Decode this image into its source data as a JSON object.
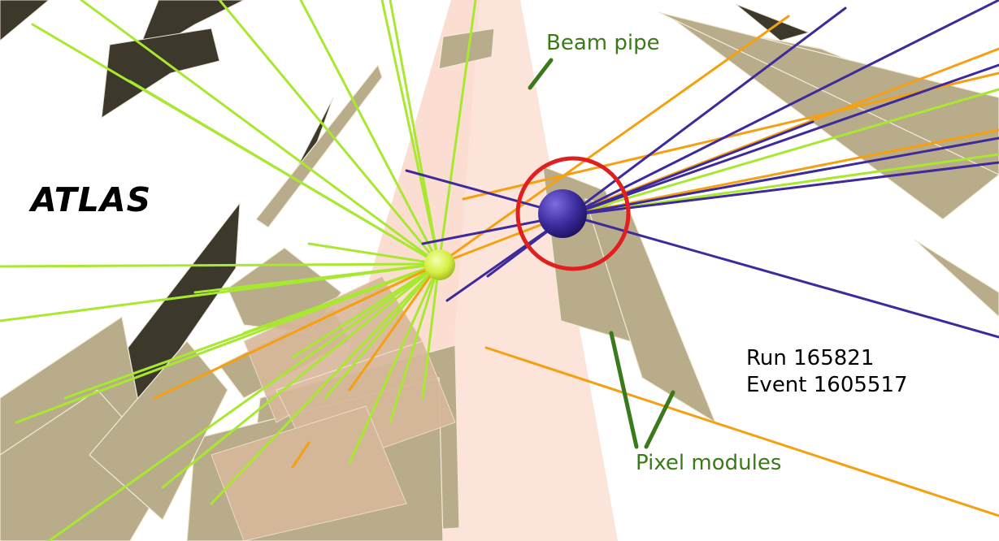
{
  "experiment": "ATLAS",
  "annotations": {
    "beam_pipe": "Beam pipe",
    "pixel_modules": "Pixel modules"
  },
  "event_info": {
    "run": "Run 165821",
    "event": "Event 1605517"
  },
  "colors": {
    "annotation": "#3a7a1a",
    "highlight_circle": "#e02020",
    "track_green": "#a8e830",
    "track_orange": "#f5a010",
    "track_purple": "#3e2a9a",
    "module_face": "#b8ac8a",
    "module_dark": "#3c382c",
    "beam_cone": "#fbd9cc",
    "primary_vertex": "#d6ee40",
    "secondary_vertex": "#3a2a9c"
  }
}
